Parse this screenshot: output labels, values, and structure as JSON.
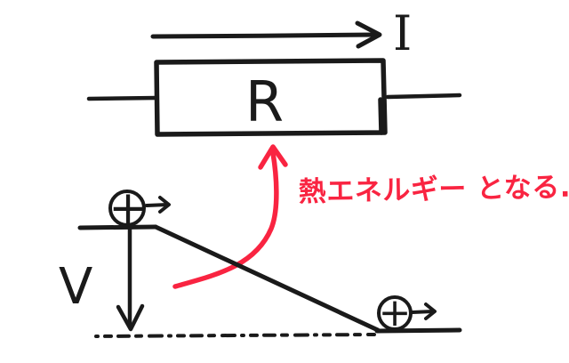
{
  "figure": {
    "background_color": "#ffffff",
    "ink_color": "#1a1a1a",
    "accent_color": "#f92441",
    "circuit": {
      "current_label": "I",
      "resistor_label": "R"
    },
    "energy_diagram": {
      "voltage_label": "V",
      "charge_top_symbol": "+",
      "charge_bottom_symbol": "+"
    },
    "annotation": {
      "text": "熱エネルギー となる.",
      "color": "#f92441"
    }
  }
}
